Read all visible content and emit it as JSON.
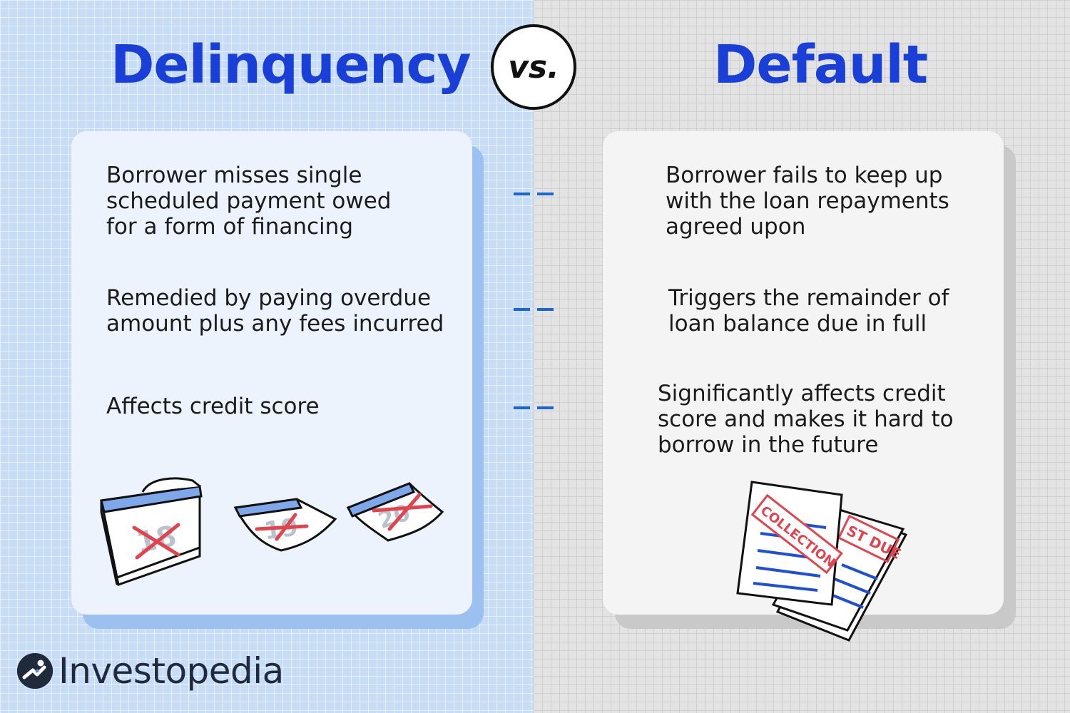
{
  "left": {
    "title": "Delinquency",
    "points": [
      "Borrower misses single\nscheduled payment owed\nfor a form of financing",
      "Remedied by paying overdue\namount plus any fees incurred",
      "Affects credit score"
    ]
  },
  "vs_label": "VS.",
  "right": {
    "title": "Default",
    "points": [
      "Borrower fails to keep up\nwith the loan repayments\nagreed upon",
      "Triggers the remainder of\nloan balance due in full",
      "Significantly affects credit\nscore and makes it hard to\nborrow in the future"
    ]
  },
  "illustrations": {
    "calendar_numbers": [
      "18",
      "19",
      "20"
    ],
    "stamp_collection": "COLLECTION",
    "stamp_past_due": "ST DUE"
  },
  "brand": {
    "name": "Investopedia"
  },
  "colors": {
    "title_blue": "#1a3fd6",
    "left_background": "#c7dcf7",
    "right_background": "#e3e3e3",
    "dash_blue": "#1f66c9",
    "stamp_red": "#e0454f"
  }
}
